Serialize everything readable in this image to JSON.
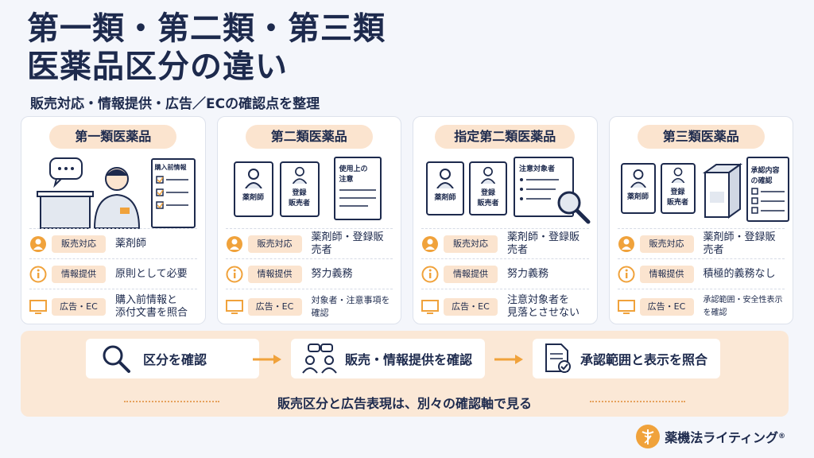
{
  "title_line1": "第一類・第二類・第三類",
  "title_line2": "医薬品区分の違い",
  "subtitle": "販売対応・情報提供・広告／ECの確認点を整理",
  "cards": [
    {
      "name": "第一類医薬品",
      "doc_label": "購入前情報",
      "sales": "薬剤師",
      "info": "原則として必要",
      "ad_line1": "購入前情報と",
      "ad_line2": "添付文書を照合"
    },
    {
      "name": "第二類医薬品",
      "badge1": "薬剤師",
      "badge2_line1": "登録",
      "badge2_line2": "販売者",
      "doc_line1": "使用上の",
      "doc_line2": "注意",
      "sales": "薬剤師・登録販売者",
      "info": "努力義務",
      "ad_line1": "対象者・注意事項を確認",
      "ad_line2": ""
    },
    {
      "name": "指定第二類医薬品",
      "badge1": "薬剤師",
      "badge2_line1": "登録",
      "badge2_line2": "販売者",
      "doc_line1": "注意対象者",
      "sales": "薬剤師・登録販売者",
      "info": "努力義務",
      "ad_line1": "注意対象者を",
      "ad_line2": "見落とさせない"
    },
    {
      "name": "第三類医薬品",
      "badge1": "薬剤師",
      "badge2_line1": "登録",
      "badge2_line2": "販売者",
      "doc_line1": "承認内容",
      "doc_line2": "の確認",
      "sales": "薬剤師・登録販売者",
      "info": "積極的義務なし",
      "ad_line1": "承認範囲・安全性表示を確認",
      "ad_line2": ""
    }
  ],
  "row_labels": {
    "sales": "販売対応",
    "info": "情報提供",
    "ad": "広告・EC"
  },
  "flow": {
    "step1": "区分を確認",
    "step2": "販売・情報提供を確認",
    "step3": "承認範囲と表示を照合",
    "note": "販売区分と広告表現は、別々の確認軸で見る"
  },
  "brand": {
    "name": "薬機法ライティング",
    "mark": "®"
  },
  "colors": {
    "accent": "#f0a23b",
    "label_bg": "#fbe4cf",
    "navy": "#1d2a4d",
    "flow_bg": "#fbe8d6"
  }
}
